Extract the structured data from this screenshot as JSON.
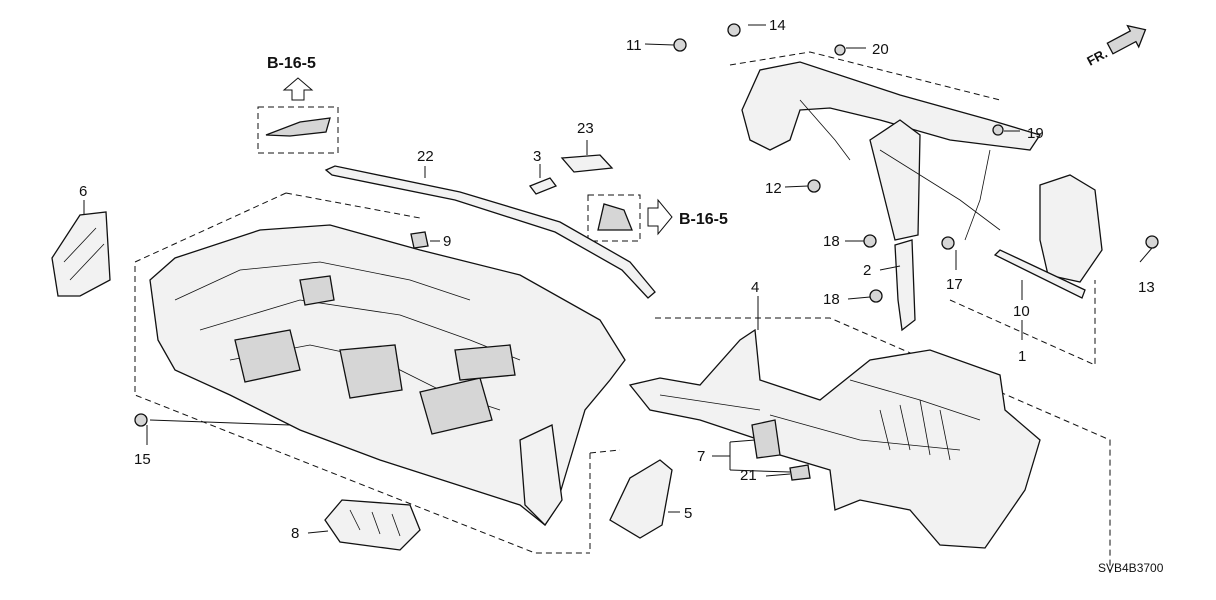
{
  "diagram": {
    "part_numbers": [
      "1",
      "2",
      "3",
      "4",
      "5",
      "6",
      "7",
      "8",
      "9",
      "10",
      "11",
      "12",
      "13",
      "14",
      "15",
      "17",
      "18",
      "18",
      "19",
      "20",
      "21",
      "22",
      "23"
    ],
    "references": [
      "B-16-5",
      "B-16-5"
    ],
    "direction_marker": "FR.",
    "drawing_code": "SVB4B3700"
  }
}
